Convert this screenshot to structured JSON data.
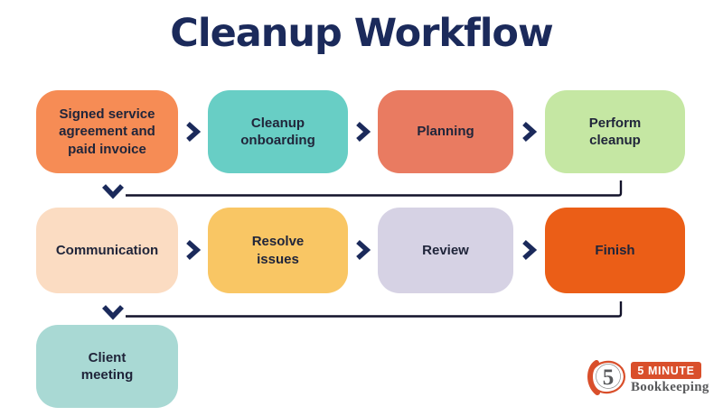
{
  "title": "Cleanup Workflow",
  "flow": {
    "rows": [
      {
        "boxes": [
          {
            "label": "Signed service\nagreement and\npaid invoice",
            "color": "#F68C55"
          },
          {
            "label": "Cleanup\nonboarding",
            "color": "#68CEC5"
          },
          {
            "label": "Planning",
            "color": "#E97B61"
          },
          {
            "label": "Perform\ncleanup",
            "color": "#C5E7A3"
          }
        ]
      },
      {
        "boxes": [
          {
            "label": "Communication",
            "color": "#FBDCC2"
          },
          {
            "label": "Resolve\nissues",
            "color": "#F9C664"
          },
          {
            "label": "Review",
            "color": "#D6D2E4"
          },
          {
            "label": "Finish",
            "color": "#EB5E17"
          }
        ]
      },
      {
        "boxes": [
          {
            "label": "Client\nmeeting",
            "color": "#A9D9D4"
          }
        ]
      }
    ]
  },
  "colors": {
    "title_text": "#1B2A5B",
    "box_text": "#20253A",
    "arrow": "#1B2A5B",
    "connector_line": "#12122A"
  },
  "logo": {
    "badge_number": "5",
    "brand_top": "5 MINUTE",
    "brand_bottom": "Bookkeeping",
    "accent": "#D94F2B",
    "text_color": "#58595B"
  }
}
